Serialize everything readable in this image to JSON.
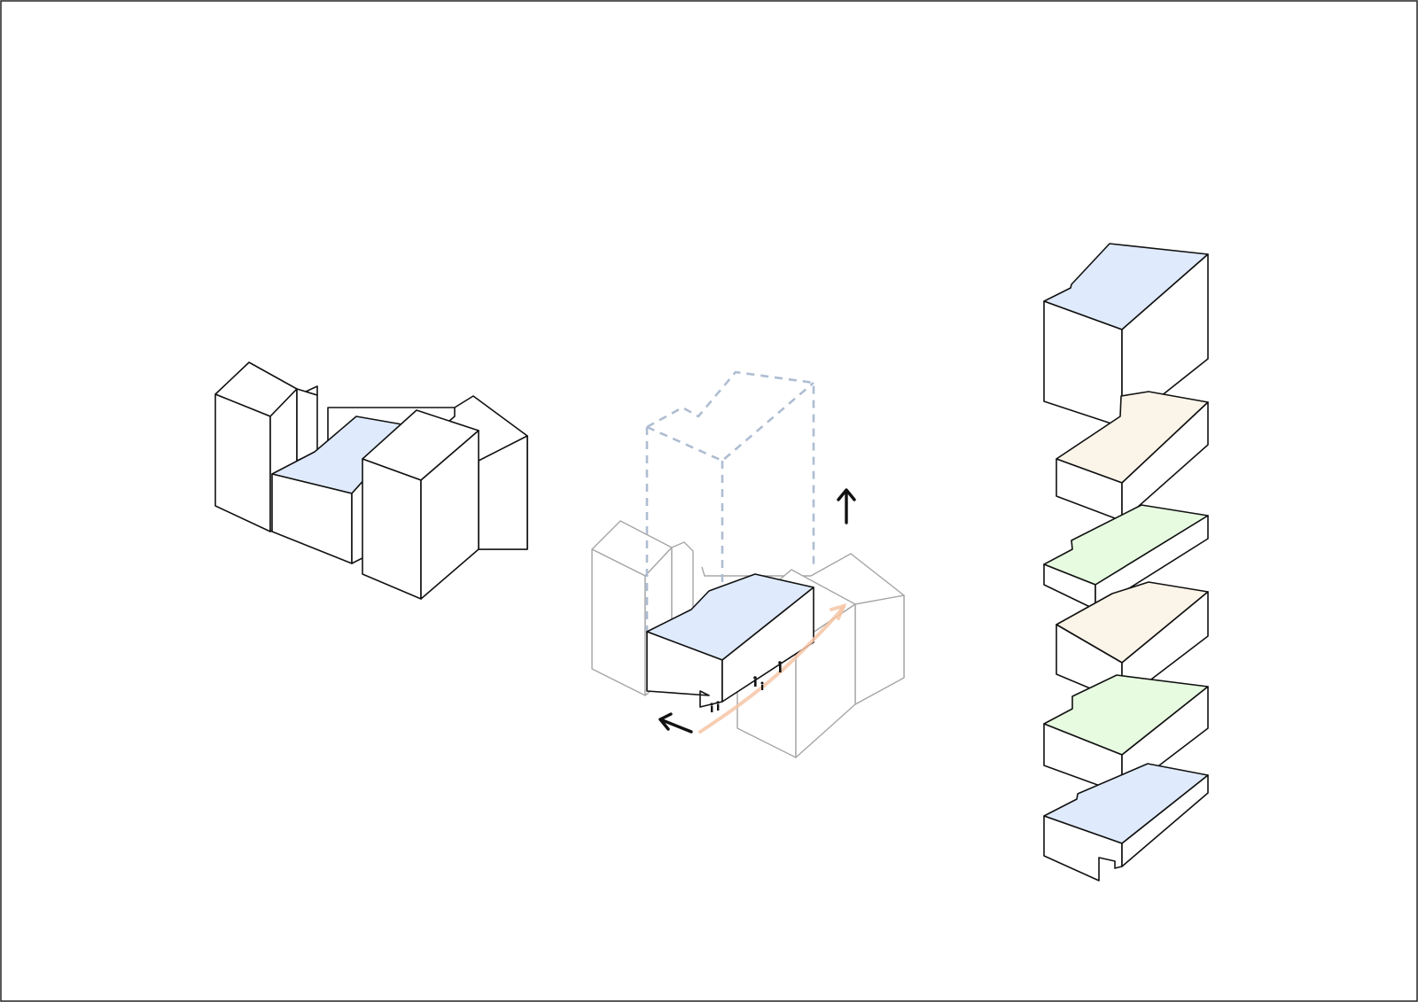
{
  "colors": {
    "background": "#ffffff",
    "outline": "#111111",
    "context_outline": "#a6a6a6",
    "ghost_volume": "#aebdd2",
    "roof_blue": "#dfeafc",
    "roof_beige": "#fbf4e8",
    "roof_green": "#e6fbe0",
    "circulation_path": "#f6c6a6"
  },
  "diagrams": [
    {
      "id": "existing-massing"
    },
    {
      "id": "intervention",
      "arrows": [
        "up-arrow",
        "out-arrow"
      ]
    },
    {
      "id": "exploded-stack",
      "floors": [
        "blue",
        "beige",
        "green",
        "beige",
        "green",
        "blue"
      ]
    }
  ]
}
